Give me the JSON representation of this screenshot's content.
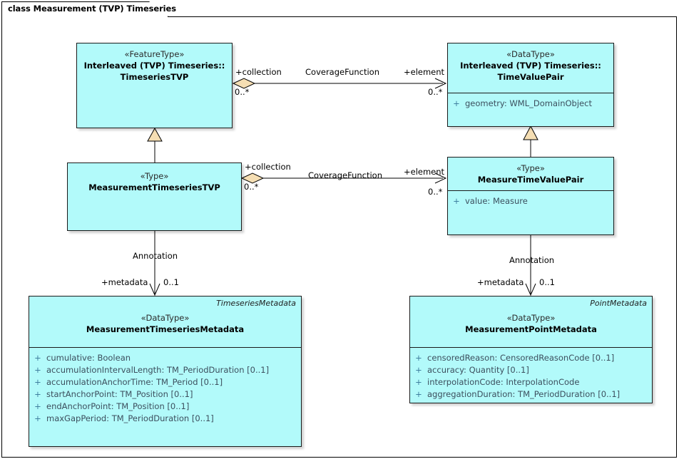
{
  "diagram": {
    "tab_label": "class Measurement (TVP) Timeseries",
    "colors": {
      "class_fill": "#B2FAFA",
      "class_border": "#1A1A1A",
      "adornment_fill": "#F5DEB3",
      "line": "#000000",
      "attr_text": "#3C4F5E",
      "background": "#FFFFFF"
    }
  },
  "classes": {
    "timeseries_tvp": {
      "stereotype": "«FeatureType»",
      "name_line1": "Interleaved (TVP) Timeseries::",
      "name_line2": "TimeseriesTVP"
    },
    "time_value_pair": {
      "stereotype": "«DataType»",
      "name_line1": "Interleaved (TVP) Timeseries::",
      "name_line2": "TimeValuePair",
      "attributes": [
        {
          "visibility": "+",
          "text": "geometry: WML_DomainObject"
        }
      ]
    },
    "measurement_timeseries_tvp": {
      "stereotype": "«Type»",
      "name_line1": "MeasurementTimeseriesTVP"
    },
    "measure_time_value_pair": {
      "stereotype": "«Type»",
      "name_line1": "MeasureTimeValuePair",
      "attributes": [
        {
          "visibility": "+",
          "text": "value: Measure"
        }
      ]
    },
    "measurement_timeseries_metadata": {
      "tag": "TimeseriesMetadata",
      "stereotype": "«DataType»",
      "name_line1": "MeasurementTimeseriesMetadata",
      "attributes": [
        {
          "visibility": "+",
          "text": "cumulative: Boolean"
        },
        {
          "visibility": "+",
          "text": "accumulationIntervalLength: TM_PeriodDuration [0..1]"
        },
        {
          "visibility": "+",
          "text": "accumulationAnchorTime: TM_Period [0..1]"
        },
        {
          "visibility": "+",
          "text": "startAnchorPoint: TM_Position [0..1]"
        },
        {
          "visibility": "+",
          "text": "endAnchorPoint: TM_Position [0..1]"
        },
        {
          "visibility": "+",
          "text": "maxGapPeriod: TM_PeriodDuration [0..1]"
        }
      ]
    },
    "measurement_point_metadata": {
      "tag": "PointMetadata",
      "stereotype": "«DataType»",
      "name_line1": "MeasurementPointMetadata",
      "attributes": [
        {
          "visibility": "+",
          "text": "censoredReason: CensoredReasonCode [0..1]"
        },
        {
          "visibility": "+",
          "text": "accuracy: Quantity [0..1]"
        },
        {
          "visibility": "+",
          "text": "interpolationCode: InterpolationCode"
        },
        {
          "visibility": "+",
          "text": "aggregationDuration: TM_PeriodDuration [0..1]"
        }
      ]
    }
  },
  "associations": {
    "coverage_top": {
      "name": "CoverageFunction",
      "source_role": "+collection",
      "source_mult": "0..*",
      "target_role": "+element",
      "target_mult": "0..*"
    },
    "coverage_bottom": {
      "name": "CoverageFunction",
      "source_role": "+collection",
      "source_mult": "0..*",
      "target_role": "+element",
      "target_mult": "0..*"
    },
    "annotation_left": {
      "name": "Annotation",
      "role": "+metadata",
      "mult": "0..1"
    },
    "annotation_right": {
      "name": "Annotation",
      "role": "+metadata",
      "mult": "0..1"
    }
  }
}
